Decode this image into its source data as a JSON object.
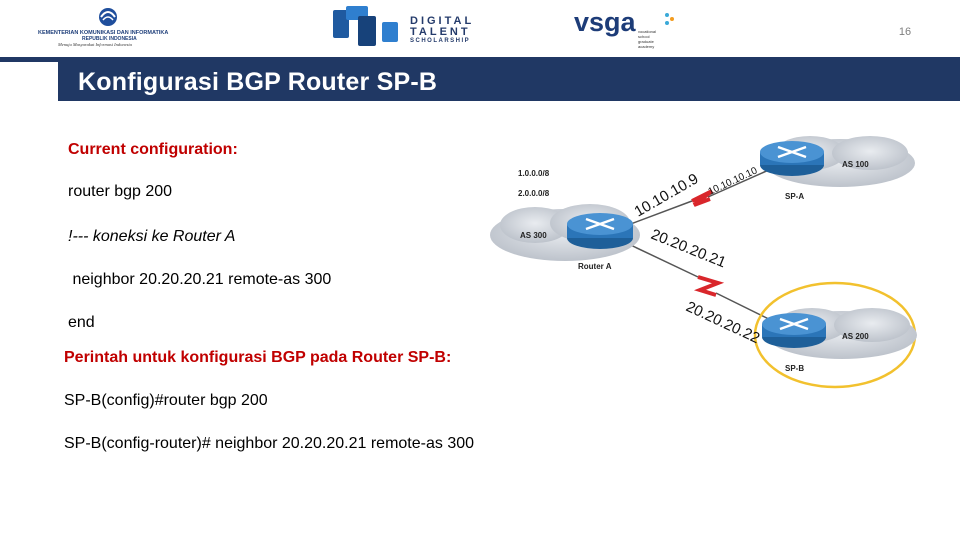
{
  "header": {
    "logo_kominfo": {
      "line1": "KEMENTERIAN KOMUNIKASI DAN INFORMATIKA",
      "line2": "REPUBLIK INDONESIA",
      "tagline": "Menuju Masyarakat Informasi Indonesia"
    },
    "logo_dts": {
      "line1": "DIGITAL",
      "line2": "TALENT",
      "line3": "SCHOLARSHIP"
    },
    "logo_vsga": {
      "word": "vsga",
      "sub1": "vocational",
      "sub2": "school",
      "sub3": "graduate",
      "sub4": "academy"
    },
    "page_number": "16"
  },
  "title": "Konfigurasi BGP Router SP-B",
  "body": {
    "current_config_label": "Current configuration:",
    "line_router_bgp": "router bgp 200",
    "line_comment": "!--- koneksi ke Router A",
    "line_neighbor": " neighbor 20.20.20.21 remote-as 300",
    "line_end": "end",
    "command_label": "Perintah untuk konfigurasi BGP pada Router SP-B:",
    "cmd1": "SP-B(config)#router bgp 200",
    "cmd2": "SP-B(config-router)# neighbor 20.20.20.21 remote-as 300"
  },
  "diagram": {
    "networks_line1": "1.0.0.0/8",
    "networks_line2": "2.0.0.0/8",
    "as300": "AS 300",
    "router_a": "Router A",
    "as100": "AS 100",
    "sp_a": "SP-A",
    "as200": "AS 200",
    "sp_b": "SP-B",
    "ip_a_to_spa": "10.10.10.9",
    "ip_spa": "10.10.10.10",
    "ip_a_to_spb": "20.20.20.21",
    "ip_spb": "20.20.20.22",
    "colors": {
      "cloud": "#c9ced6",
      "router": "#2b75b8",
      "link_red": "#d9262b",
      "highlight_ellipse": "#f2c12e"
    }
  }
}
